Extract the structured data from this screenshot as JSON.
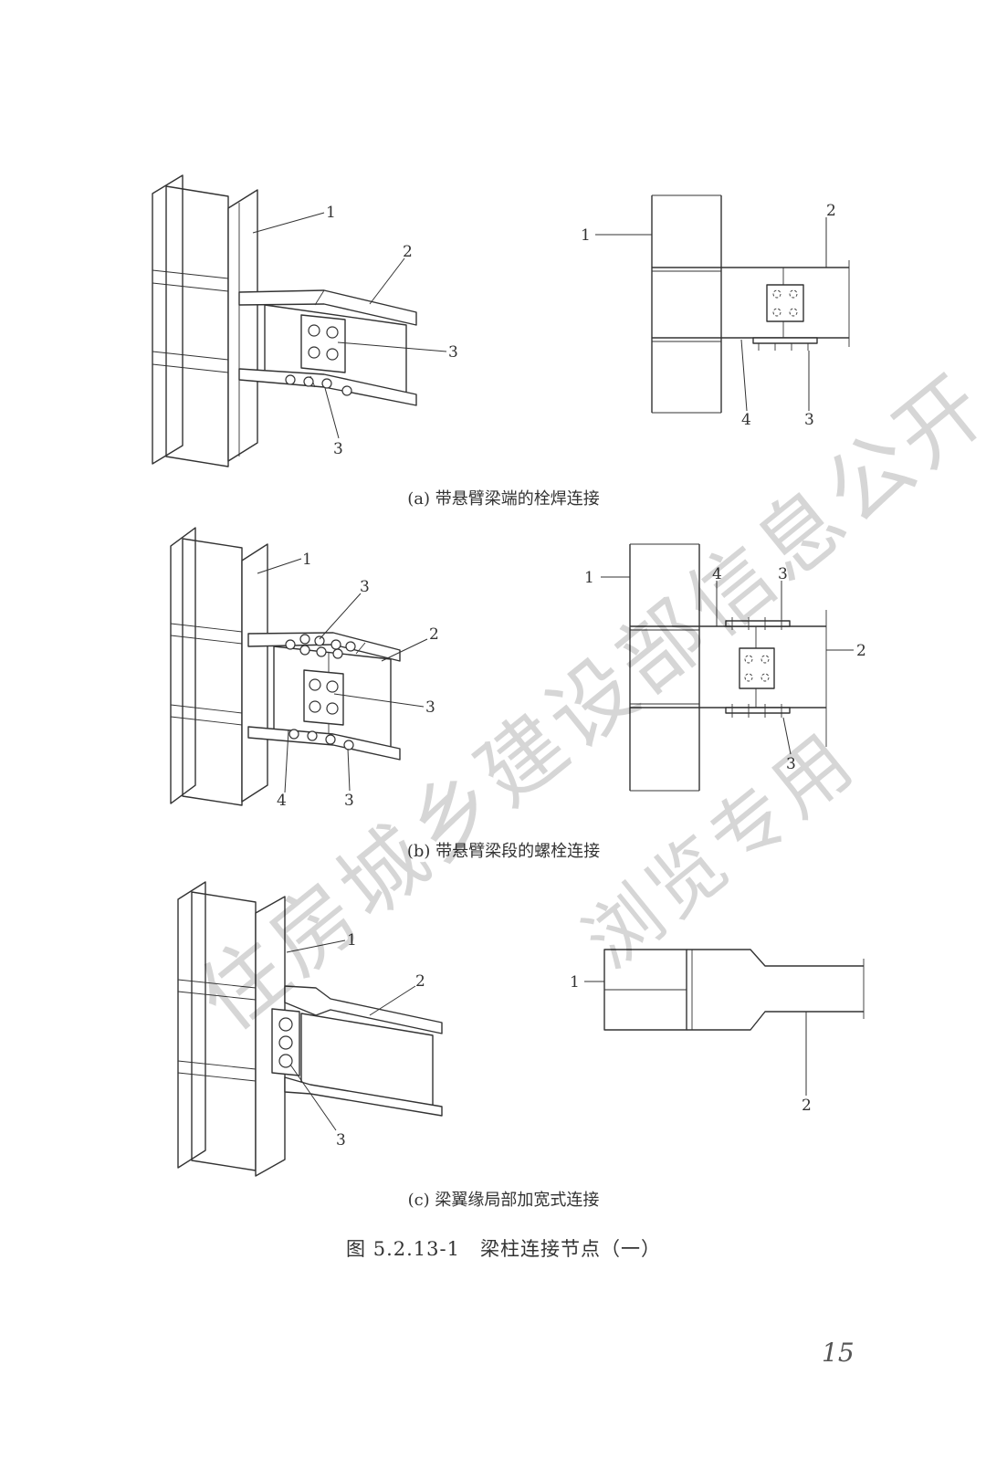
{
  "figure": {
    "title": "图 5.2.13-1　梁柱连接节点（一）",
    "page_number": "15"
  },
  "panels": {
    "a": {
      "caption": "(a) 带悬臂梁端的栓焊连接",
      "iso_labels": [
        "1",
        "2",
        "3",
        "3"
      ],
      "elev_labels": [
        "1",
        "2",
        "4",
        "3"
      ]
    },
    "b": {
      "caption": "(b) 带悬臂梁段的螺栓连接",
      "iso_labels": [
        "1",
        "3",
        "2",
        "3",
        "4",
        "3"
      ],
      "elev_labels": [
        "1",
        "4",
        "3",
        "2",
        "3"
      ]
    },
    "c": {
      "caption": "(c) 梁翼缘局部加宽式连接",
      "iso_labels": [
        "1",
        "2",
        "3"
      ],
      "elev_labels": [
        "1",
        "2"
      ]
    }
  },
  "watermark": {
    "line1": "住房城乡建设部信息公开",
    "line2": "浏览专用"
  }
}
